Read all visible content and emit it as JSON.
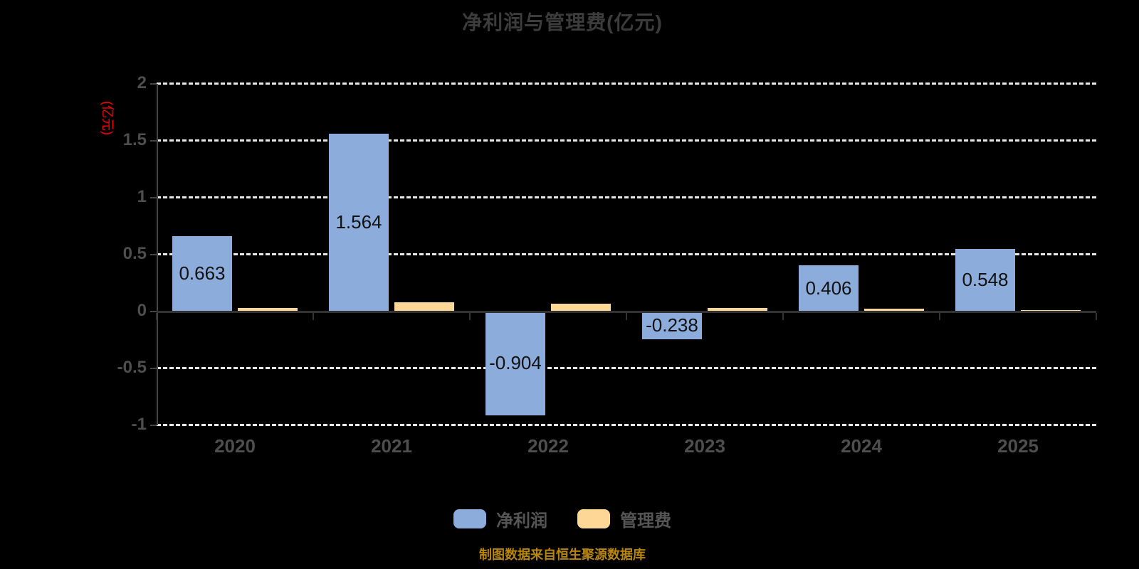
{
  "title": {
    "text": "净利润与管理费(亿元)"
  },
  "y_axis": {
    "name": "(亿元)",
    "name_color": "#FF0000",
    "tick_labels": [
      "2",
      "1.5",
      "1",
      "0.5",
      "0",
      "-0.5",
      "-1"
    ]
  },
  "x_axis": {
    "categories": [
      "2020",
      "2021",
      "2022",
      "2023",
      "2024",
      "2025"
    ]
  },
  "legend": {
    "items": [
      {
        "label": "净利润",
        "color": "#8CACDC"
      },
      {
        "label": "管理费",
        "color": "#FDD795"
      }
    ]
  },
  "footer": {
    "text": "制图数据来自恒生聚源数据库"
  },
  "colors": {
    "background": "#000000",
    "gridline": "#E8E8E8",
    "y_axis_line": "#454545",
    "x_axis_line": "#333333",
    "tick_label": "#4E4E4E",
    "data_label": "#111111",
    "title": "#3C3C3C",
    "legend_label": "#555555",
    "footer": "#B8860B",
    "net_profit_bar": "#8CACDC",
    "mgmt_fee_bar": "#FDD795"
  },
  "chart_data": {
    "type": "bar",
    "title": "净利润与管理费(亿元)",
    "categories": [
      "2020",
      "2021",
      "2022",
      "2023",
      "2024",
      "2025"
    ],
    "series": [
      {
        "name": "净利润",
        "color": "#8CACDC",
        "values": [
          0.663,
          1.564,
          -0.904,
          -0.238,
          0.406,
          0.548
        ],
        "labels": [
          "0.663",
          "1.564",
          "-0.904",
          "-0.238",
          "0.406",
          "0.548"
        ]
      },
      {
        "name": "管理费",
        "color": "#FDD795",
        "values": [
          0.03,
          0.08,
          0.07,
          0.03,
          0.025,
          0.015
        ],
        "labels": []
      }
    ],
    "ylabel": "(亿元)",
    "ylim": [
      -1,
      2
    ],
    "y_ticks": [
      2,
      1.5,
      1,
      0.5,
      0,
      -0.5,
      -1
    ],
    "y_tick_labels": [
      "2",
      "1.5",
      "1",
      "0.5",
      "0",
      "-0.5",
      "-1"
    ],
    "grid": "horizontal-dashed-white",
    "legend_position": "bottom",
    "source_note": "制图数据来自恒生聚源数据库"
  }
}
